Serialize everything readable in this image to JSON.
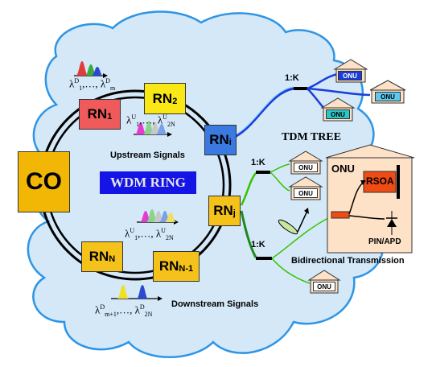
{
  "co": {
    "label": "CO"
  },
  "ring": {
    "label": "WDM RING"
  },
  "rn": {
    "rn1": {
      "base": "RN",
      "sub": "1"
    },
    "rn2": {
      "base": "RN",
      "sub": "2"
    },
    "rni": {
      "base": "RN",
      "sub": "i"
    },
    "rnj": {
      "base": "RN",
      "sub": "j"
    },
    "rnn": {
      "base": "RN",
      "sub": "N"
    },
    "rnn1": {
      "base": "RN",
      "sub": "N-1"
    }
  },
  "signals": {
    "upstream": "Upstream Signals",
    "downstream": "Downstream Signals",
    "bidirectional": "Bidirectional Transmission"
  },
  "wavelengths": {
    "top_left": {
      "lam": "λ",
      "sup1": "D",
      "sub1": "1",
      "mid": ",…, ",
      "sup2": "D",
      "sub2": "m"
    },
    "upstream": {
      "lam": "λ",
      "sup1": "U",
      "sub1": "1",
      "mid": ",…, ",
      "sup2": "U",
      "sub2": "2N"
    },
    "lower_ring": {
      "lam": "λ",
      "sup1": "U",
      "sub1": "1",
      "mid": ",…, ",
      "sup2": "U",
      "sub2": "2N"
    },
    "bottom": {
      "lam": "λ",
      "sup1": "D",
      "sub1": "m+1",
      "mid": ",…, ",
      "sup2": "D",
      "sub2": "2N"
    }
  },
  "tdm": {
    "title": "TDM TREE",
    "ratio": "1:K"
  },
  "onu": {
    "label": "ONU"
  },
  "onu_detail": {
    "title": "ONU",
    "rsoa": "RSOA",
    "detector": "PIN/APD"
  },
  "colors": {
    "cloud": "#d4e8f8",
    "cloud_border": "#2d95e6",
    "co": "#f2b705",
    "rn_red": "#ef5a5a",
    "rn_yellow": "#f9e716",
    "rn_blue": "#3a79e0",
    "rn_gold": "#f5c21b",
    "ring_label_bg": "#1414e6",
    "ring_label_text": "#e6e6e6",
    "onu_panel": "#fde2c8",
    "rsoa": "#ef4b14",
    "fiber_blue": "#1a3ed8",
    "fiber_green": "#33c400"
  }
}
